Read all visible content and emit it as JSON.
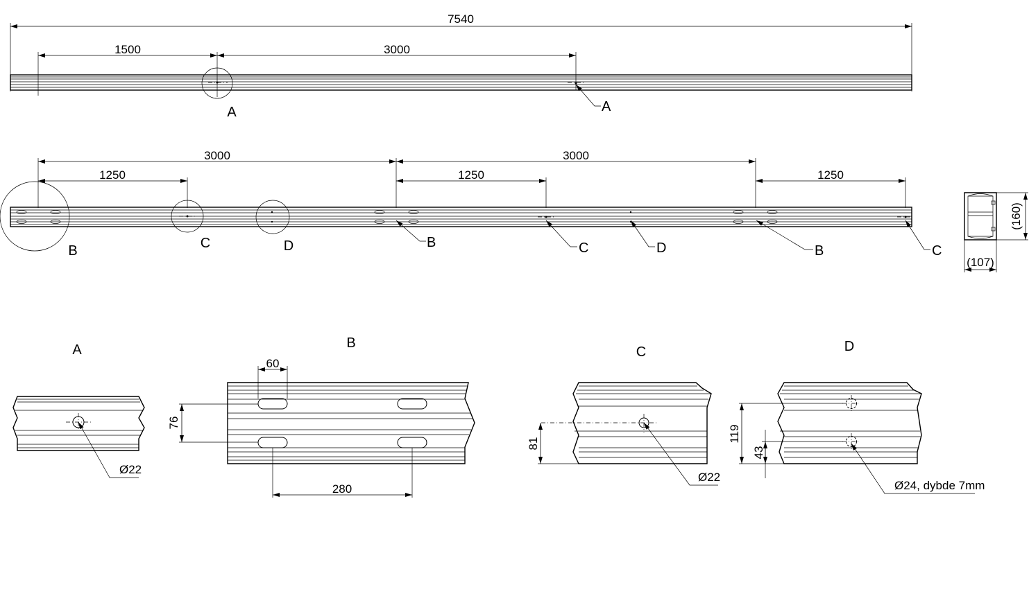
{
  "top_beam": {
    "total_dim": "7540",
    "dim_1": "1500",
    "dim_2": "3000",
    "callout_circle": "A",
    "callout_leader": "A"
  },
  "middle_beam": {
    "dim_3000_left": "3000",
    "dim_3000_right": "3000",
    "dim_1250_a": "1250",
    "dim_1250_b": "1250",
    "dim_1250_c": "1250",
    "circle_b": "B",
    "circle_c": "C",
    "circle_d": "D",
    "leader_b1": "B",
    "leader_c1": "C",
    "leader_d1": "D",
    "leader_b2": "B",
    "leader_c2": "C"
  },
  "section": {
    "height": "(160)",
    "width": "(107)"
  },
  "detail_a": {
    "title": "A",
    "hole": "Ø22"
  },
  "detail_b": {
    "title": "B",
    "slot_width": "60",
    "slot_spacing_v": "76",
    "slot_spacing_h": "280"
  },
  "detail_c": {
    "title": "C",
    "hole": "Ø22",
    "height": "81"
  },
  "detail_d": {
    "title": "D",
    "hole": "Ø24, dybde 7mm",
    "height_1": "119",
    "height_2": "43"
  }
}
